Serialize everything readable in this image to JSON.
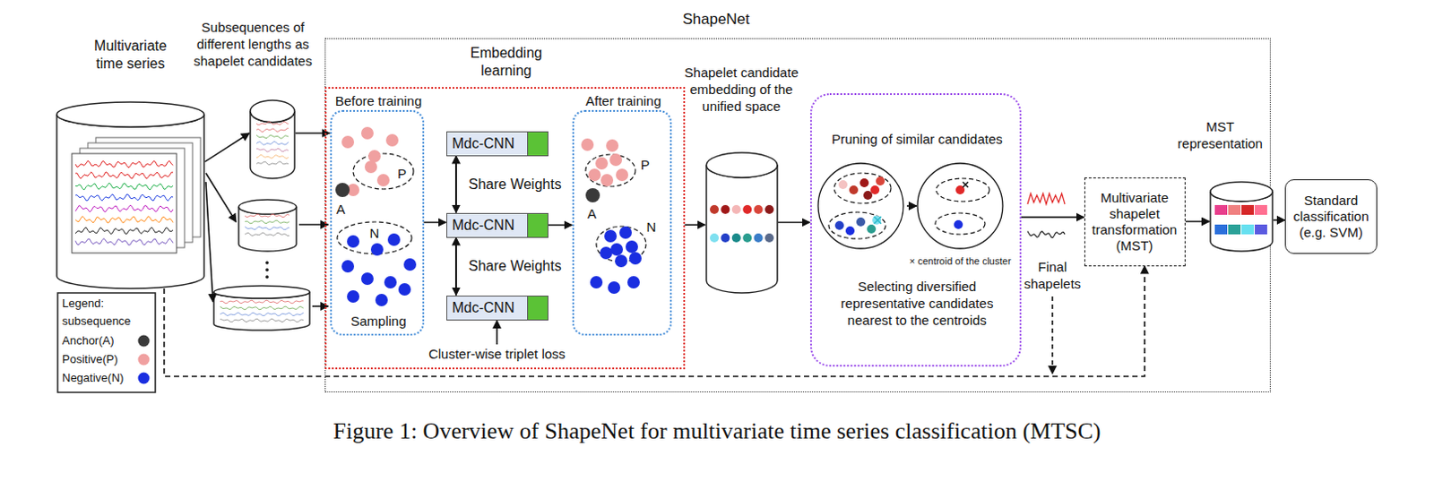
{
  "diagram": {
    "caption": "Figure 1: Overview of ShapeNet for multivariate time series classification (MTSC)",
    "nodes": [
      {
        "text": [
          "ShapeNet"
        ]
      },
      {
        "text": [
          "Multivariate time series"
        ]
      },
      {
        "text": [
          "Subsequences of different lengths as shapelet candidates"
        ]
      },
      {
        "text": [
          "Embedding learning"
        ],
        "in": 0
      },
      {
        "text": [
          "Before training",
          "Sampling"
        ],
        "in": 3
      },
      {
        "text": [
          "Mdc-CNN"
        ],
        "in": 3
      },
      {
        "text": [
          "Mdc-CNN"
        ],
        "in": 3
      },
      {
        "text": [
          "Mdc-CNN"
        ],
        "in": 3
      },
      {
        "text": [
          "After training"
        ],
        "in": 3
      },
      {
        "text": [
          "Shapelet candidate embedding of the unified space"
        ],
        "in": 0
      },
      {
        "text": [
          "Pruning of similar candidates",
          "Selecting diversified representative candidates nearest to the centroids"
        ],
        "in": 0
      },
      {
        "text": [
          "Multivariate shapelet transformation (MST)"
        ],
        "in": 0
      },
      {
        "text": [
          "MST representation"
        ]
      },
      {
        "text": [
          "Standard classification (e.g. SVM)"
        ]
      }
    ],
    "edges": [
      {
        "from": 1,
        "to": 2,
        "arrow": "to"
      },
      {
        "from": 2,
        "to": 4,
        "arrow": "to"
      },
      {
        "from": 4,
        "to": 6,
        "arrow": "to"
      },
      {
        "from": 5,
        "to": 6,
        "label": "Share Weights",
        "arrow": "both"
      },
      {
        "from": 6,
        "to": 7,
        "label": "Share Weights",
        "arrow": "both"
      },
      {
        "from": 6,
        "to": 8,
        "arrow": "to"
      },
      {
        "from": 3,
        "to": 9,
        "arrow": "to"
      },
      {
        "from": 9,
        "to": 10,
        "arrow": "to"
      },
      {
        "from": 10,
        "to": 11,
        "arrow": "to"
      },
      {
        "from": 11,
        "to": 12,
        "arrow": "to"
      },
      {
        "from": 12,
        "to": 13,
        "arrow": "to"
      },
      {
        "from": 1,
        "to": 11,
        "arrow": "to"
      }
    ],
    "labels": [
      "A",
      "P",
      "N",
      "A",
      "P",
      "N",
      "Cluster-wise triplet loss",
      "× centroid of the cluster",
      "Final shapelets",
      "Legend:",
      "subsequence"
    ],
    "legend": [
      {
        "text": "Anchor(A)",
        "color": "#3a3a3a"
      },
      {
        "text": "Positive(P)",
        "color": "#f0a0a0"
      },
      {
        "text": "Negative(N)",
        "color": "#1a2ee0"
      }
    ]
  }
}
